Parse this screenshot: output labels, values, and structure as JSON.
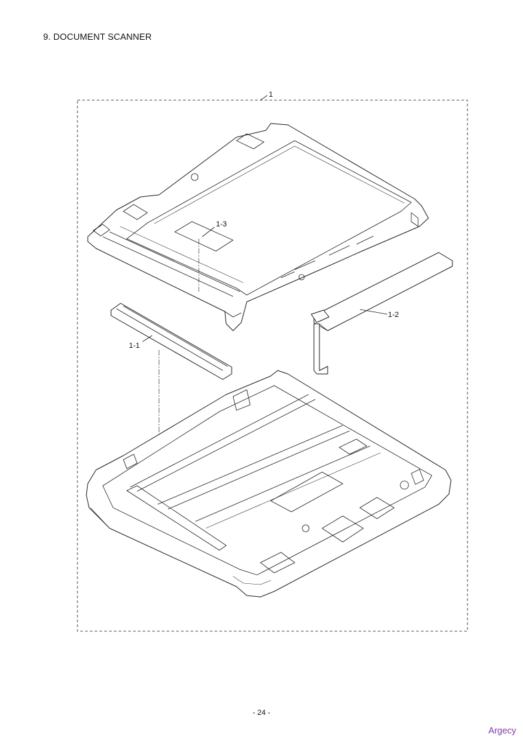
{
  "header": {
    "title": "9. DOCUMENT SCANNER"
  },
  "callouts": {
    "assembly": "1",
    "part_1_1": "1-1",
    "part_1_2": "1-2",
    "part_1_3": "1-3"
  },
  "footer": {
    "page_number": "- 24 -"
  },
  "watermark": {
    "text": "Argecy",
    "color": "#7a3aa6"
  }
}
